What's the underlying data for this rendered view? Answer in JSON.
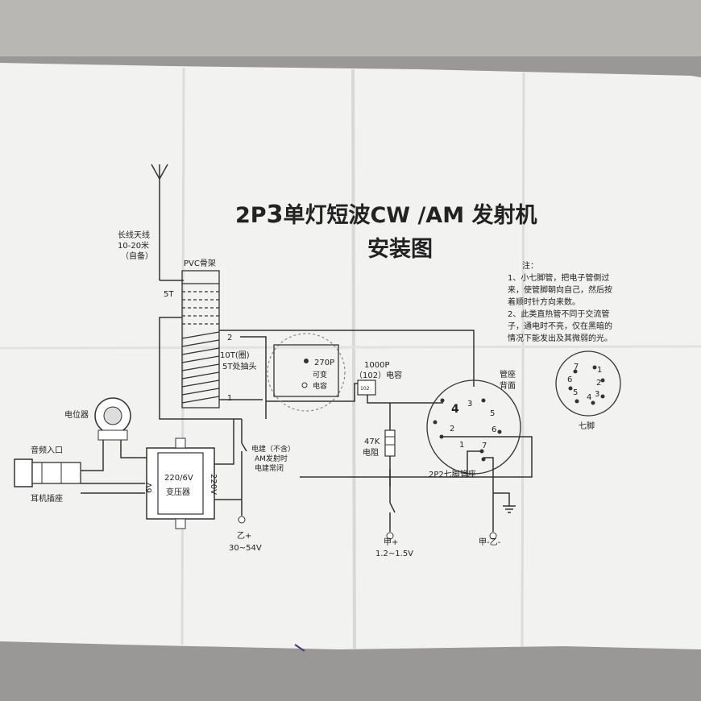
{
  "title": {
    "prefix": "2P",
    "digit": "3",
    "rest": "单灯短波CW /AM 发射机",
    "subtitle": "安装图"
  },
  "notes": {
    "header": "注：",
    "lines": [
      "1、小七脚管，把电子管倒过",
      "来，使管脚朝向自己，然后按",
      "着顺时针方向来数。",
      "2、此类直热管不同于交流管",
      "子，通电时不亮，仅在黑暗的",
      "情况下能发出及其微弱的光。"
    ]
  },
  "antenna": {
    "line1": "长线天线",
    "line2": "10-20米",
    "line3": "（自备）"
  },
  "coil": {
    "former": "PVC骨架",
    "top_turns": "5T",
    "tap_2": "2",
    "turns_label": "10T(圈)",
    "tap_label": "5T处抽头",
    "tap_1": "1"
  },
  "variable_cap": {
    "value": "270P",
    "line2": "可变",
    "line3": "电容"
  },
  "fixed_cap": {
    "value": "1000P",
    "code": "（102）电容",
    "marking": "102"
  },
  "resistor": {
    "value": "47K",
    "label": "电阻"
  },
  "potentiometer": {
    "label": "电位器"
  },
  "audio": {
    "input": "音频入口",
    "jack": "耳机插座"
  },
  "transformer": {
    "primary_ratio": "220/6V",
    "name": "变压器",
    "low": "6V",
    "high": "220V"
  },
  "key": {
    "line1": "电建（不含）",
    "line2": "AM发射时",
    "line3": "电建常闭"
  },
  "tube": {
    "socket": "管座",
    "back": "背面",
    "name": "2P2七脚管座",
    "pins": [
      "4",
      "3",
      "5",
      "2",
      "6",
      "1",
      "7"
    ]
  },
  "pinout": {
    "label": "七脚",
    "pins": [
      "7",
      "1",
      "6",
      "2",
      "5",
      "3",
      "4"
    ]
  },
  "supplies": {
    "b_plus": "乙+",
    "b_voltage": "30~54V",
    "a_plus": "甲+",
    "a_voltage": "1.2~1.5V",
    "common": "甲-乙-"
  }
}
